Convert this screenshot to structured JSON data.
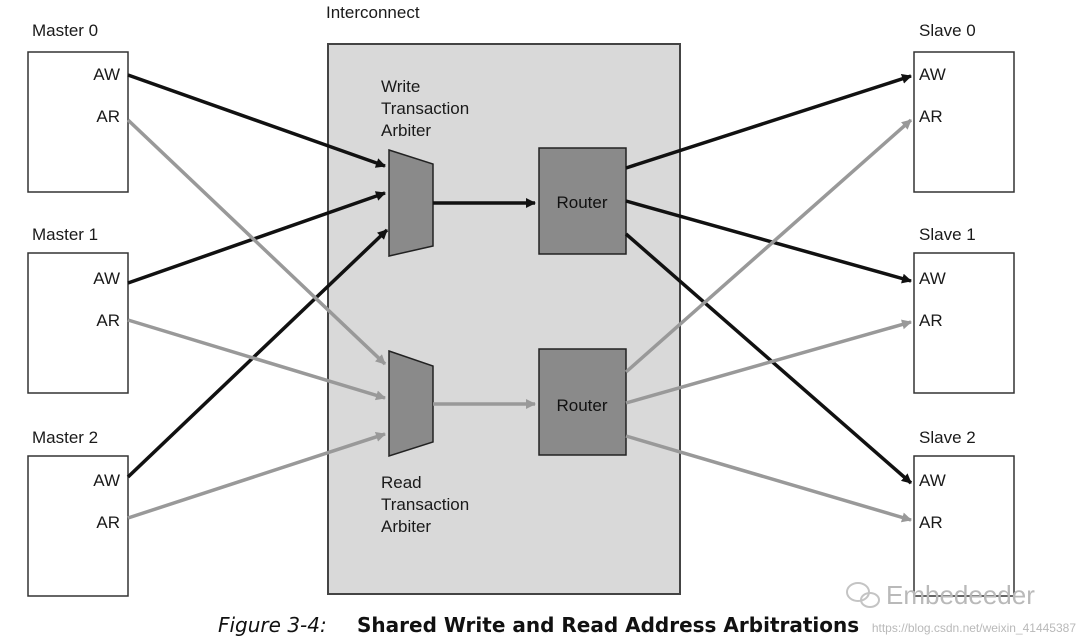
{
  "colors": {
    "write_arrow": "#111111",
    "read_arrow": "#999999",
    "interconnect_fill": "#d9d9d9",
    "block_fill": "#8a8a8a"
  },
  "interconnect": {
    "label": "Interconnect"
  },
  "masters": [
    {
      "label": "Master 0",
      "aw": "AW",
      "ar": "AR"
    },
    {
      "label": "Master 1",
      "aw": "AW",
      "ar": "AR"
    },
    {
      "label": "Master 2",
      "aw": "AW",
      "ar": "AR"
    }
  ],
  "slaves": [
    {
      "label": "Slave 0",
      "aw": "AW",
      "ar": "AR"
    },
    {
      "label": "Slave 1",
      "aw": "AW",
      "ar": "AR"
    },
    {
      "label": "Slave 2",
      "aw": "AW",
      "ar": "AR"
    }
  ],
  "write_arbiter": {
    "lines": [
      "Write",
      "Transaction",
      "Arbiter"
    ]
  },
  "read_arbiter": {
    "lines": [
      "Read",
      "Transaction",
      "Arbiter"
    ]
  },
  "routers": {
    "write": "Router",
    "read": "Router"
  },
  "caption": {
    "figure": "Figure 3-4:",
    "title": "Shared Write and Read Address Arbitrations"
  },
  "watermark": {
    "brand": "Embedeeder",
    "url": "https://blog.csdn.net/weixin_41445387"
  }
}
